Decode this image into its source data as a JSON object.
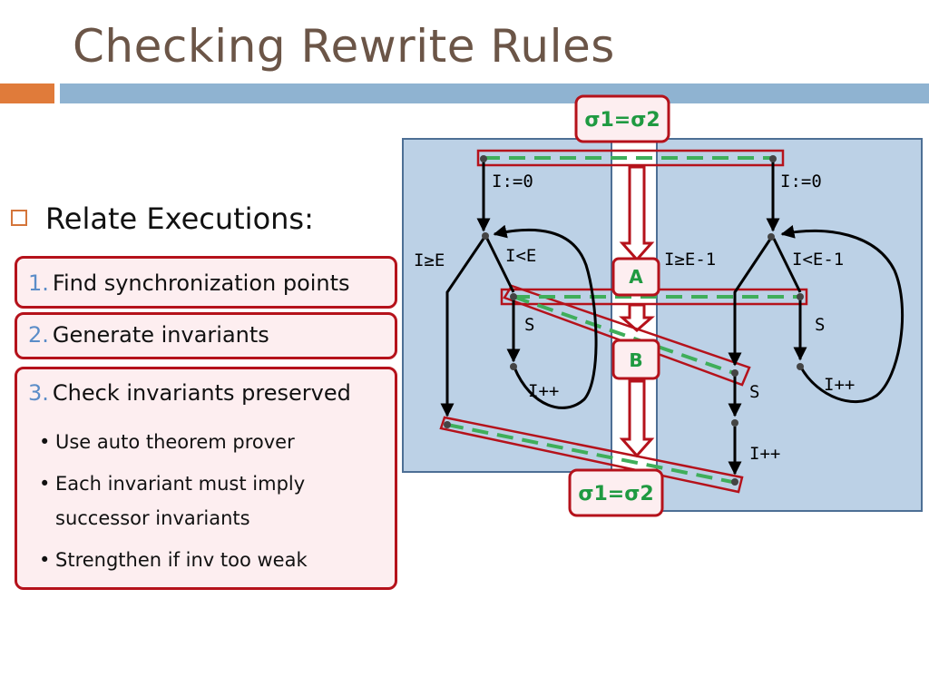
{
  "slide": {
    "title": "Checking Rewrite Rules",
    "bullet": "Relate Executions:",
    "steps": [
      {
        "num": "1.",
        "label": "Find synchronization points"
      },
      {
        "num": "2.",
        "label": "Generate invariants"
      },
      {
        "num": "3.",
        "label": "Check invariants preserved"
      }
    ],
    "subpoints": [
      "Use auto theorem prover",
      "Each invariant must imply",
      "successor invariants",
      "Strengthen if inv too weak"
    ]
  },
  "diagram": {
    "sigma_top": "σ1=σ2",
    "sigma_bottom": "σ1=σ2",
    "label_A": "A",
    "label_B": "B",
    "left": {
      "init": "I:=0",
      "exit": "I≥E",
      "loop": "I<E",
      "s": "S",
      "inc": "I++"
    },
    "right": {
      "init": "I:=0",
      "exit": "I≥E-1",
      "loop": "I<E-1",
      "s1": "S",
      "inc1": "I++",
      "s2": "S",
      "inc2": "I++"
    },
    "colors": {
      "panel": "#bcd1e6",
      "panel_border": "#4d6f95",
      "highlight": "#b5121b",
      "highlight_fill": "#fdeef0",
      "sync": "#3fae5a",
      "sigma_text": "#1f9a41"
    }
  }
}
